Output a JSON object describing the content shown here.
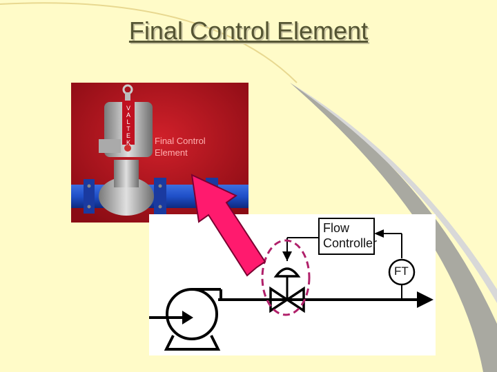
{
  "slide": {
    "title": "Final Control Element"
  },
  "photo": {
    "caption_line1": "Final Control",
    "caption_line2": "Element",
    "brand": "VALTEK"
  },
  "diagram": {
    "controller_line1": "Flow",
    "controller_line2": "Controller",
    "transmitter": "FT"
  },
  "colors": {
    "background": "#fffbc8",
    "arrow": "#ff1a6e",
    "highlight": "#b0206a"
  },
  "icons": [
    "valve-icon",
    "pump-icon",
    "actuator-icon",
    "pointer-arrow-icon"
  ]
}
